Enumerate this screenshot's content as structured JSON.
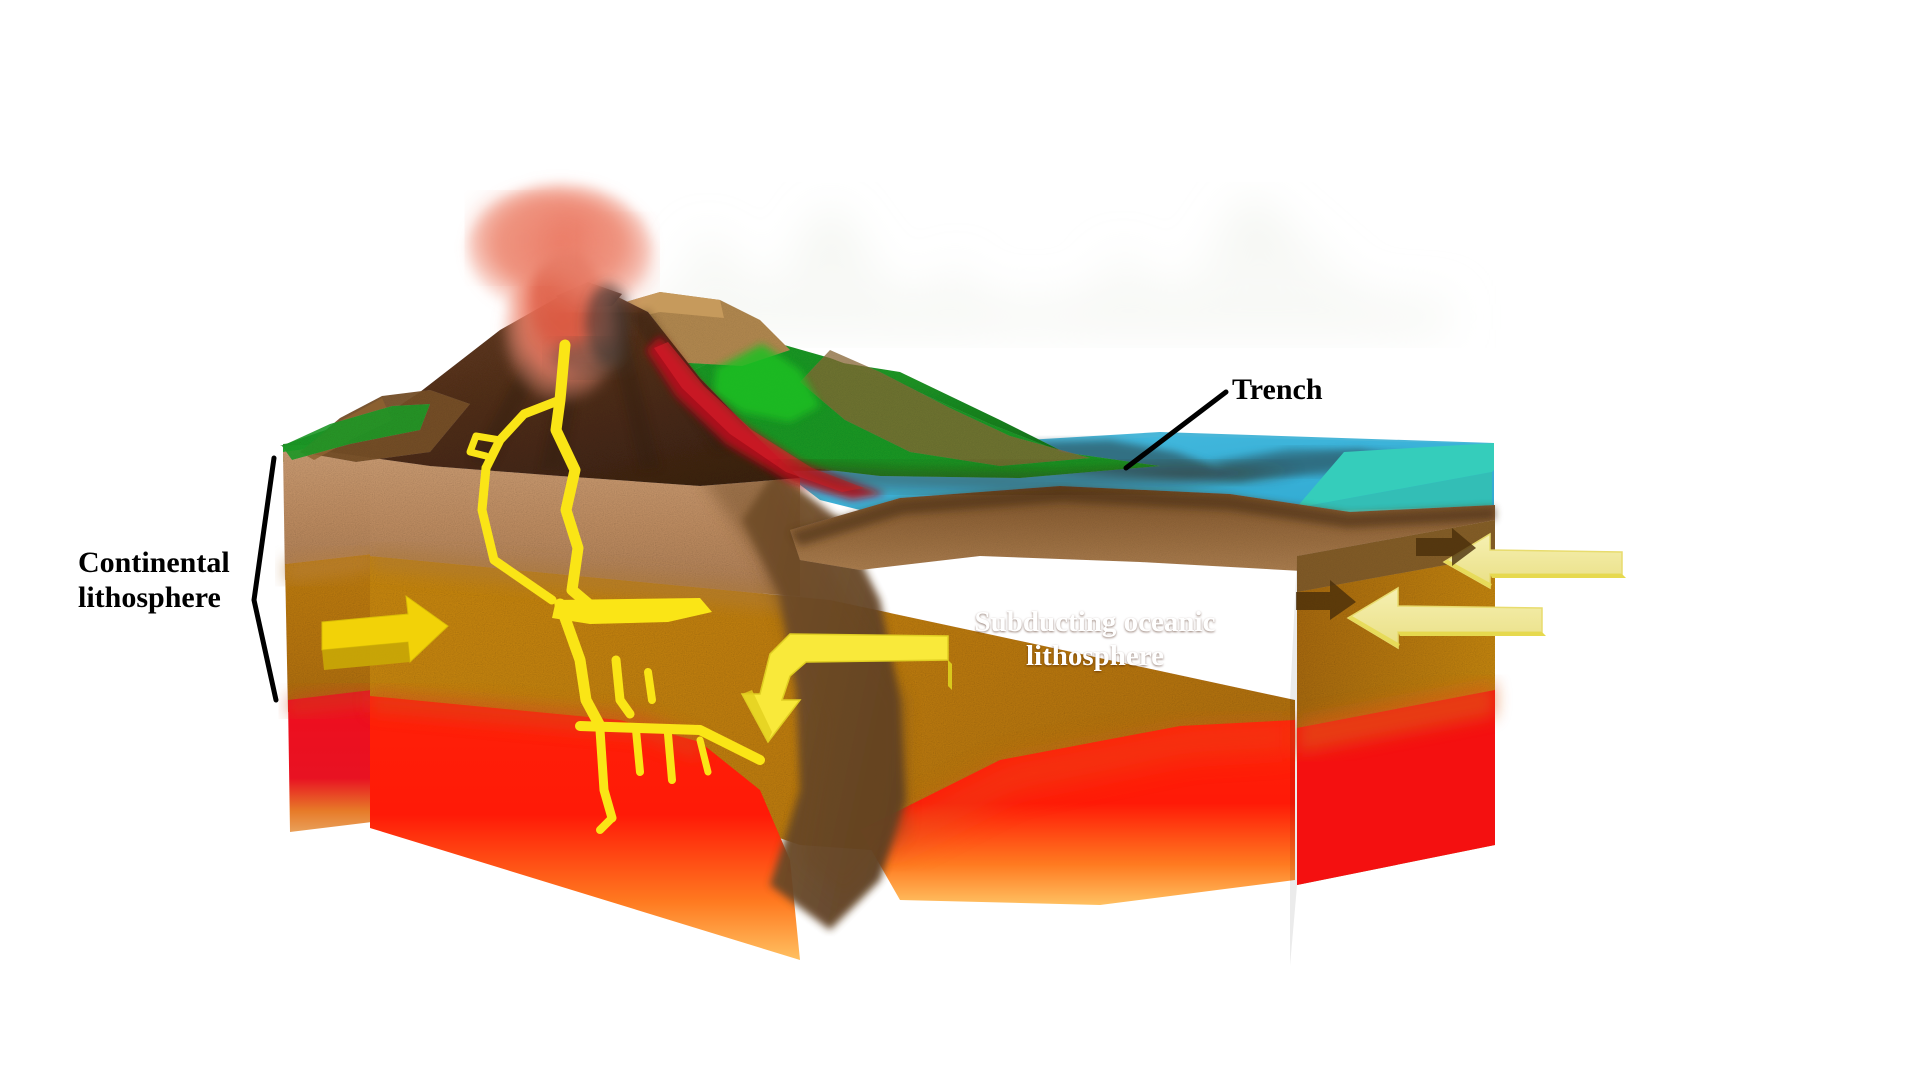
{
  "figure": {
    "title": "Ocean-continent subduction zone block diagram",
    "type": "geology-cross-section-illustration",
    "background_color": "#ffffff"
  },
  "labels": {
    "continental": "Continental\nlithosphere",
    "continental_line1": "Continental",
    "continental_line2": "lithosphere",
    "trench": "Trench",
    "subducting_line1": "Subducting oceanic",
    "subducting_line2": "lithosphere",
    "label_colors": {
      "dark": "#000000",
      "light": "#ffffff"
    }
  },
  "leader_lines": {
    "continental_bracket": "bent black bracket spanning the continental lithosphere thickness on the left cut face",
    "trench_pointer": "black line from Trench label down-left to the trench axis in the sea floor"
  },
  "arrows": [
    {
      "name": "continental-motion-arrow",
      "direction": "right",
      "color": "#F2D208",
      "location": "left cut face, upper mantle layer"
    },
    {
      "name": "subducting-slab-arrow",
      "direction": "bent-down-left",
      "color": "#F8E832",
      "location": "slab interface below the trench"
    },
    {
      "name": "oceanic-plate-arrow-upper",
      "direction": "left",
      "color": "#F2EBA0",
      "location": "right cut face, upper"
    },
    {
      "name": "oceanic-plate-arrow-lower",
      "direction": "left",
      "color": "#F2EBA0",
      "location": "right cut face, lower"
    }
  ],
  "features": {
    "volcano": "erupting stratovolcano with salmon-red ash plume",
    "plume_color": "#F08A72",
    "magma_conduit_color": "#FAE516",
    "lava_flow_color": "#C01020",
    "vegetation_color": "#179C22",
    "soil_color": "#9C6A3C",
    "mountain_rock_color": "#4B2B16",
    "clouds": "two faint pale grey-green haze shapes on the horizon"
  },
  "layers": [
    {
      "name": "vegetated surface",
      "color": "#1E9A27"
    },
    {
      "name": "continental crust",
      "color": "#C49267"
    },
    {
      "name": "lithospheric / upper mantle",
      "color": "#B97612"
    },
    {
      "name": "asthenosphere (hot)",
      "color": "#F01414"
    },
    {
      "name": "deep hot mantle",
      "color": "#F0A23C"
    }
  ],
  "ocean": {
    "surface_color": "#33C9C2",
    "water_body_color": "#3BB6DB",
    "trench_shadow_color": "#2E5A66",
    "seafloor_color": "#8C6139"
  }
}
